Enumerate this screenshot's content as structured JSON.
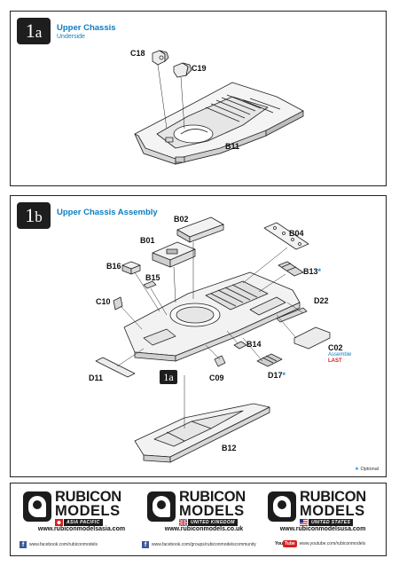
{
  "step1": {
    "badge_num": "1",
    "badge_letter": "a",
    "title": "Upper Chassis",
    "subtitle": "Underside",
    "parts": [
      "C18",
      "C19",
      "B11"
    ]
  },
  "step2": {
    "badge_num": "1",
    "badge_letter": "b",
    "title": "Upper Chassis Assembly",
    "parts": {
      "b02": "B02",
      "b01": "B01",
      "b04": "B04",
      "b16": "B16",
      "b15": "B15",
      "b13": "B13",
      "c10": "C10",
      "d22": "D22",
      "b14": "B14",
      "c02": "C02",
      "d11": "D11",
      "c09": "C09",
      "d17": "D17",
      "b12": "B12"
    },
    "star": "*",
    "c02_note": "Assemble",
    "c02_note2": "LAST",
    "ref_badge": "1a",
    "optional_star": "★",
    "optional_label": "Optional"
  },
  "footer": {
    "logos": [
      {
        "line1": "RUBICON",
        "line2": "MODELS",
        "region": "ASIA PACIFIC",
        "url": "www.rubiconmodelsasia.com"
      },
      {
        "line1": "RUBICON",
        "line2": "MODELS",
        "region": "UNITED KINGDOM",
        "url": "www.rubiconmodels.co.uk"
      },
      {
        "line1": "RUBICON",
        "line2": "MODELS",
        "region": "UNITED STATES",
        "url": "www.rubiconmodelsusa.com"
      }
    ],
    "social": [
      {
        "icon": "facebook-icon",
        "glyph": "f",
        "text": "www.facebook.com/rubiconmodels"
      },
      {
        "icon": "facebook-icon",
        "glyph": "f",
        "text": "www.facebook.com/groups/rubiconmodelscommunity"
      },
      {
        "icon": "youtube-icon",
        "pre": "You",
        "glyph": "Tube",
        "text": "www.youtube.com/rubiconmodels"
      }
    ]
  },
  "colors": {
    "accent": "#0d7dbf",
    "star": "#1b8fd8",
    "last": "#d62020",
    "badge": "#1e1e1e"
  }
}
